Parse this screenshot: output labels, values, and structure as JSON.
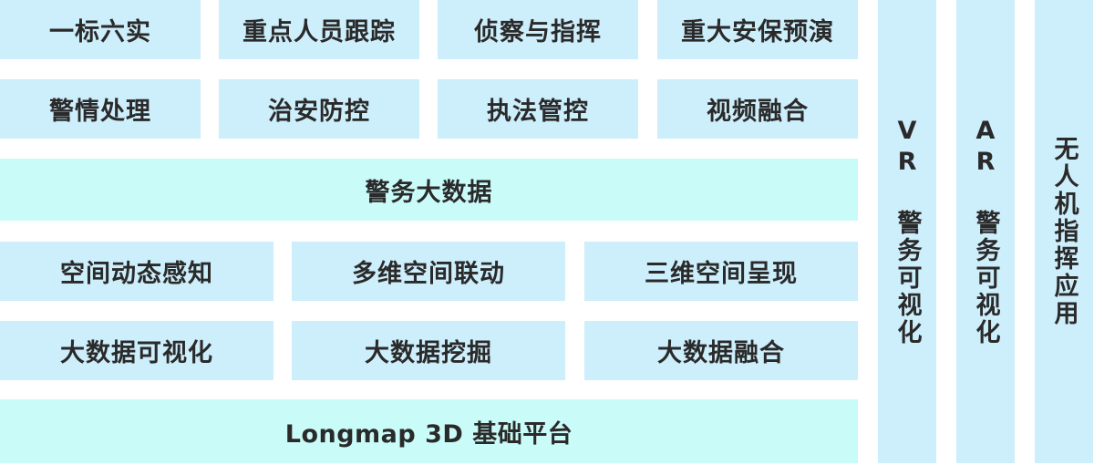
{
  "colors": {
    "module_bg": "#cdeefb",
    "layer_bg": "#c9fbf8",
    "text": "#2a2a2a"
  },
  "applications_row1": [
    "一标六实",
    "重点人员跟踪",
    "侦察与指挥",
    "重大安保预演"
  ],
  "applications_row2": [
    "警情处理",
    "治安防控",
    "执法管控",
    "视频融合"
  ],
  "big_data_layer": "警务大数据",
  "capabilities_row1": [
    "空间动态感知",
    "多维空间联动",
    "三维空间呈现"
  ],
  "capabilities_row2": [
    "大数据可视化",
    "大数据挖掘",
    "大数据融合"
  ],
  "base_platform": "Longmap 3D 基础平台",
  "side_columns": [
    "VR 警务可视化",
    "AR 警务可视化",
    "无人机指挥应用"
  ]
}
